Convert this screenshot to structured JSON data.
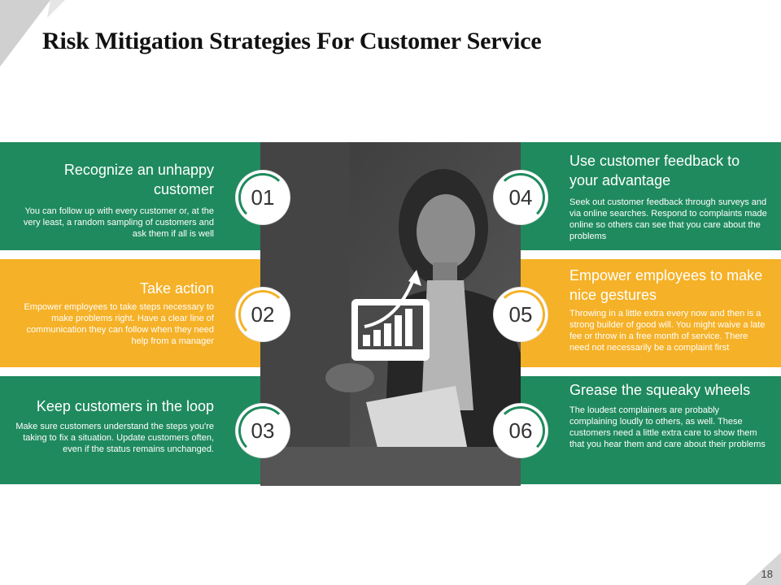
{
  "title": "Risk Mitigation Strategies For Customer Service",
  "page_number": "18",
  "colors": {
    "green": "#1f8a5e",
    "orange": "#f5b127",
    "badge_ring_green": "#1f8a5e",
    "badge_ring_orange": "#f5b127"
  },
  "items": [
    {
      "number": "01",
      "heading": "Recognize an unhappy customer",
      "description": "You can follow up with every customer or, at the very least, a random sampling of customers and ask them if all is well"
    },
    {
      "number": "02",
      "heading": "Take action",
      "description": "Empower employees to take steps necessary to make problems right. Have a clear line of communication they can follow when they need help from a manager"
    },
    {
      "number": "03",
      "heading": "Keep customers in the loop",
      "description": "Make sure customers understand the steps you're taking to fix a situation. Update customers often, even if the status remains unchanged."
    },
    {
      "number": "04",
      "heading": "Use customer feedback to your advantage",
      "description": "Seek out customer feedback through surveys and via online searches. Respond to complaints made online so others can see that you care about the problems"
    },
    {
      "number": "05",
      "heading": "Empower employees to make nice gestures",
      "description": "Throwing in a little extra every now and then is a strong builder of good will. You might waive a late fee or throw in a free month of service. There need not necessarily be a complaint first"
    },
    {
      "number": "06",
      "heading": "Grease the squeaky wheels",
      "description": "The loudest complainers are probably complaining loudly to others, as well. These customers need a little extra care to show them that you hear them and care about their problems"
    }
  ],
  "icons": {
    "center": "growth-chart-icon",
    "photo": "businesswoman-photo"
  }
}
